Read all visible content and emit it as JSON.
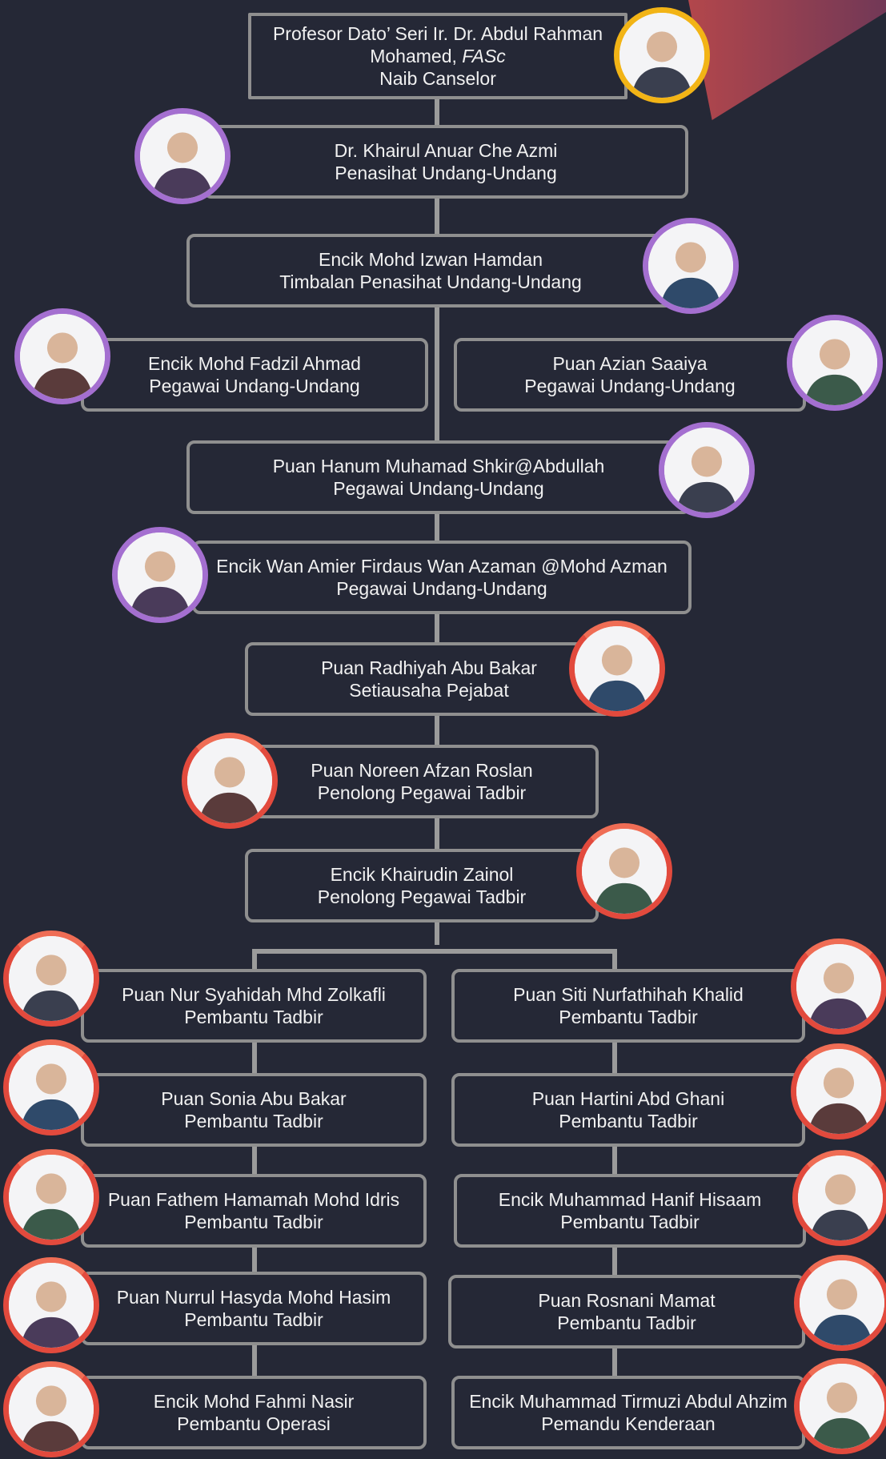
{
  "colors": {
    "background": "#252836",
    "box_border": "#8f8f8f",
    "ring_gold": "#f2b416",
    "ring_purple": "#a46fd0",
    "ring_red": "#e24a3d"
  },
  "people": [
    {
      "name": "Profesor Dato’ Seri Ir. Dr. Abdul Rahman",
      "name_2": "Mohamed, ",
      "name_2_italic": "FASc",
      "role": "Naib Canselor",
      "ring": "gold"
    },
    {
      "name": "Dr. Khairul Anuar Che Azmi",
      "role": "Penasihat Undang-Undang",
      "ring": "purple"
    },
    {
      "name": "Encik Mohd Izwan Hamdan",
      "role": "Timbalan Penasihat Undang-Undang",
      "ring": "purple"
    },
    {
      "name": "Encik Mohd Fadzil Ahmad",
      "role": "Pegawai Undang-Undang",
      "ring": "purple"
    },
    {
      "name": "Puan Azian Saaiya",
      "role": "Pegawai Undang-Undang",
      "ring": "purple"
    },
    {
      "name": "Puan Hanum Muhamad Shkir@Abdullah",
      "role": "Pegawai Undang-Undang",
      "ring": "purple"
    },
    {
      "name": "Encik Wan Amier Firdaus Wan Azaman @Mohd Azman",
      "role": "Pegawai Undang-Undang",
      "ring": "purple"
    },
    {
      "name": "Puan Radhiyah Abu Bakar",
      "role": "Setiausaha Pejabat",
      "ring": "red"
    },
    {
      "name": "Puan Noreen Afzan Roslan",
      "role": "Penolong Pegawai Tadbir",
      "ring": "red"
    },
    {
      "name": "Encik  Khairudin Zainol",
      "role": "Penolong Pegawai Tadbir",
      "ring": "red"
    },
    {
      "name": "Puan Nur Syahidah Mhd Zolkafli",
      "role": "Pembantu Tadbir",
      "ring": "red"
    },
    {
      "name": "Puan Siti Nurfathihah Khalid",
      "role": "Pembantu Tadbir",
      "ring": "red"
    },
    {
      "name": "Puan Sonia Abu Bakar",
      "role": "Pembantu Tadbir",
      "ring": "red"
    },
    {
      "name": "Puan Hartini Abd Ghani",
      "role": "Pembantu Tadbir",
      "ring": "red"
    },
    {
      "name": "Puan Fathem Hamamah Mohd Idris",
      "role": "Pembantu Tadbir",
      "ring": "red"
    },
    {
      "name": "Encik Muhammad Hanif Hisaam",
      "role": "Pembantu Tadbir",
      "ring": "red"
    },
    {
      "name": "Puan Nurrul Hasyda Mohd Hasim",
      "role": "Pembantu Tadbir",
      "ring": "red"
    },
    {
      "name": "Puan Rosnani Mamat",
      "role": "Pembantu Tadbir",
      "ring": "red"
    },
    {
      "name": "Encik  Mohd Fahmi Nasir",
      "role": "Pembantu Operasi",
      "ring": "red"
    },
    {
      "name": "Encik Muhammad Tirmuzi Abdul Ahzim",
      "role": "Pemandu Kenderaan",
      "ring": "red"
    }
  ]
}
